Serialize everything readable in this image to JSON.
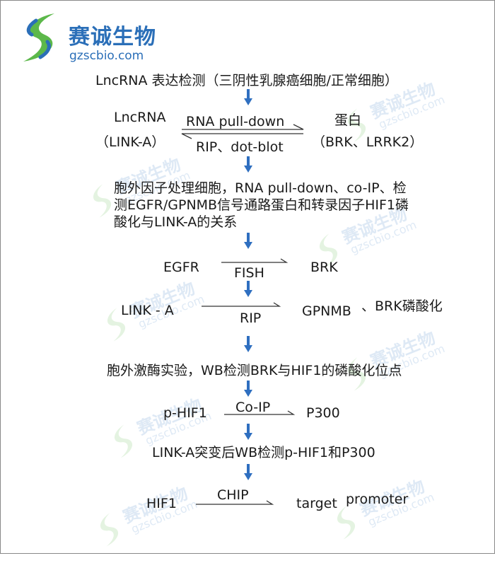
{
  "logo": {
    "name_zh": "赛诚生物",
    "url": "gzscbio.com"
  },
  "watermark": {
    "name_zh": "赛诚生物",
    "url": "gzscbio.com"
  },
  "colors": {
    "brand_blue": "#2b6fb8",
    "brand_green": "#5cb84a",
    "arrow_blue": "#2f6fc0"
  },
  "steps": {
    "s1": "LncRNA 表达检测（三阴性乳腺癌细胞/正常细胞）",
    "s2_left_top": "LncRNA",
    "s2_left_bottom": "（LINK-A）",
    "s2_arrow_top": "RNA pull-down",
    "s2_arrow_bottom": "RIP、dot-blot",
    "s2_right_top": "蛋白",
    "s2_right_bottom": "（BRK、LRRK2）",
    "s3_line1": "胞外因子处理细胞，RNA pull-down、co-IP、检",
    "s3_line2": "测EGFR/GPNMB信号通路蛋白和转录因子HIF1磷",
    "s3_line3": "酸化与LINK-A的关系",
    "s4_left": "EGFR",
    "s4_label": "FISH",
    "s4_right": "BRK",
    "s5_left": "LINK - A",
    "s5_label": "RIP",
    "s5_right": "GPNMB",
    "s5_extra": "、BRK磷酸化",
    "s6": "胞外激酶实验，WB检测BRK与HIF1的磷酸化位点",
    "s7_left": "p-HIF1",
    "s7_label": "Co-IP",
    "s7_right": "P300",
    "s8": "LINK-A突变后WB检测p-HIF1和P300",
    "s9_left": "HIF1",
    "s9_label": "CHIP",
    "s9_right1": "target",
    "s9_right2": "promoter"
  }
}
